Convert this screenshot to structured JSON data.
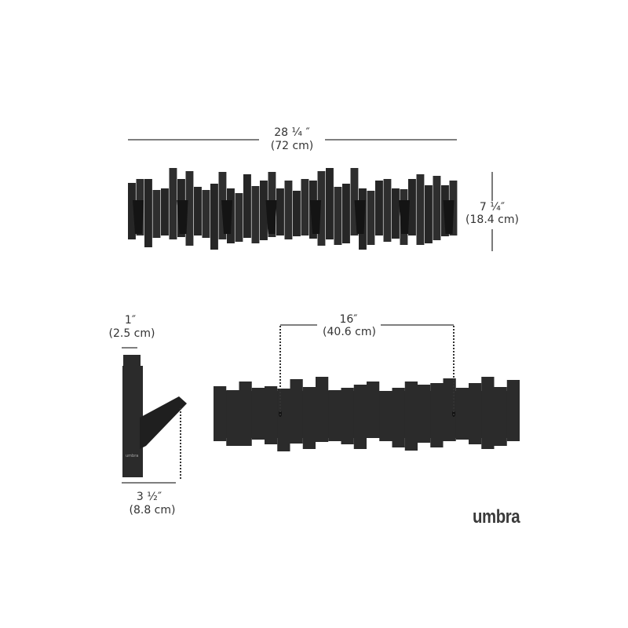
{
  "dimensions": {
    "overall_width": {
      "imperial": "28 ¼ ″",
      "metric": "(72 cm)"
    },
    "overall_height": {
      "imperial": "7 ¼″",
      "metric": "(18.4 cm)"
    },
    "depth_closed": {
      "imperial": "1″",
      "metric": "(2.5 cm)"
    },
    "depth_open": {
      "imperial": "3 ½″",
      "metric": "(8.8 cm)"
    },
    "mount_spacing": {
      "imperial": "16″",
      "metric": "(40.6 cm)"
    }
  },
  "brand": {
    "logo_text": "umbra",
    "side_label": "umbra"
  },
  "colors": {
    "product": "#2b2b2b",
    "hook": "#141414",
    "lines": "#333333"
  }
}
